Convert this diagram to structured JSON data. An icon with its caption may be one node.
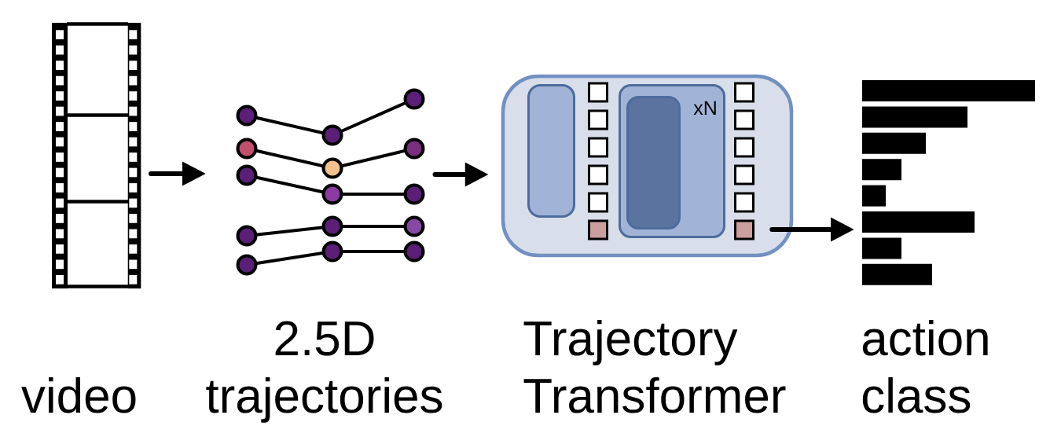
{
  "diagram": {
    "nodes": [
      {
        "text": [],
        "shape": "picture",
        "beside": [
          "video"
        ]
      },
      {
        "text": [],
        "shape": "picture",
        "beside": [
          "2.5D trajectories"
        ]
      },
      {
        "text": [],
        "shape": "box",
        "beside": [
          "Trajectory Transformer"
        ]
      },
      {
        "text": [],
        "shape": "box",
        "in": 2
      },
      {
        "text": [
          "xN"
        ],
        "in": 2
      },
      {
        "text": [],
        "shape": "box",
        "in": 4
      },
      {
        "text": [],
        "shape": "picture",
        "beside": [
          "action class"
        ]
      }
    ],
    "edges": [
      {
        "from": 0,
        "to": 1,
        "arrow": "to"
      },
      {
        "from": 1,
        "to": 2,
        "arrow": "to"
      },
      {
        "from": 2,
        "to": 6,
        "arrow": "to"
      }
    ]
  }
}
